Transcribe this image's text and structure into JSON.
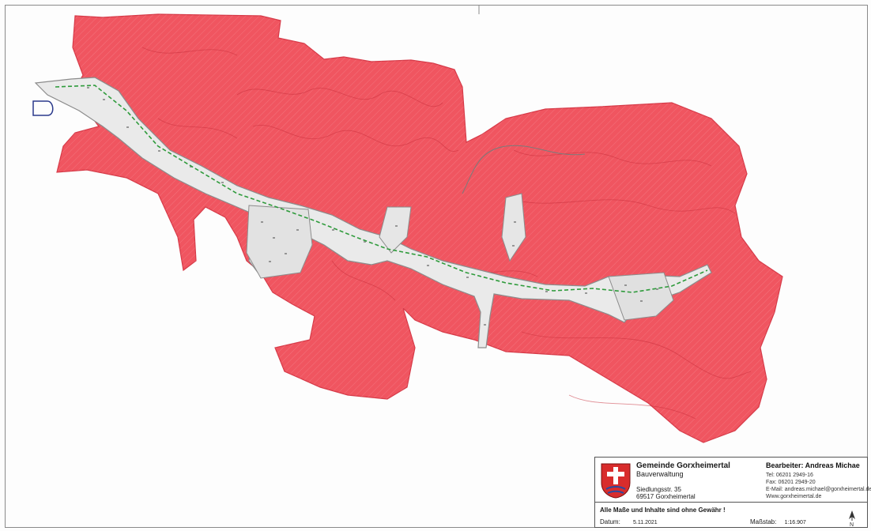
{
  "map": {
    "colors": {
      "zone_fill": "#f05560",
      "zone_stroke": "#d63a48",
      "settlement": "#8c8c8c",
      "road": "#2f9b3c",
      "frame": "#8a8a8a"
    }
  },
  "title_block": {
    "municipality": "Gemeinde Gorxheimertal",
    "department": "Bauverwaltung",
    "street": "Siedlungsstr. 35",
    "city": "69517 Gorxheimertal",
    "author": "Bearbeiter: Andreas Michae",
    "tel": "Tel: 06201 2949-16",
    "fax": "Fax: 06201 2949-20",
    "email": "E-Mail: andreas.michael@gorxheimertal.de",
    "web": "Www.gorxheimertal.de",
    "disclaimer": "Alle Maße und Inhalte sind ohne Gewähr !",
    "date_label": "Datum:",
    "date_value": "5.11.2021",
    "scale_label": "Maßstab:",
    "scale_value": "1:16.907",
    "crest": "municipal-coat-of-arms",
    "north_arrow_label": "N"
  }
}
